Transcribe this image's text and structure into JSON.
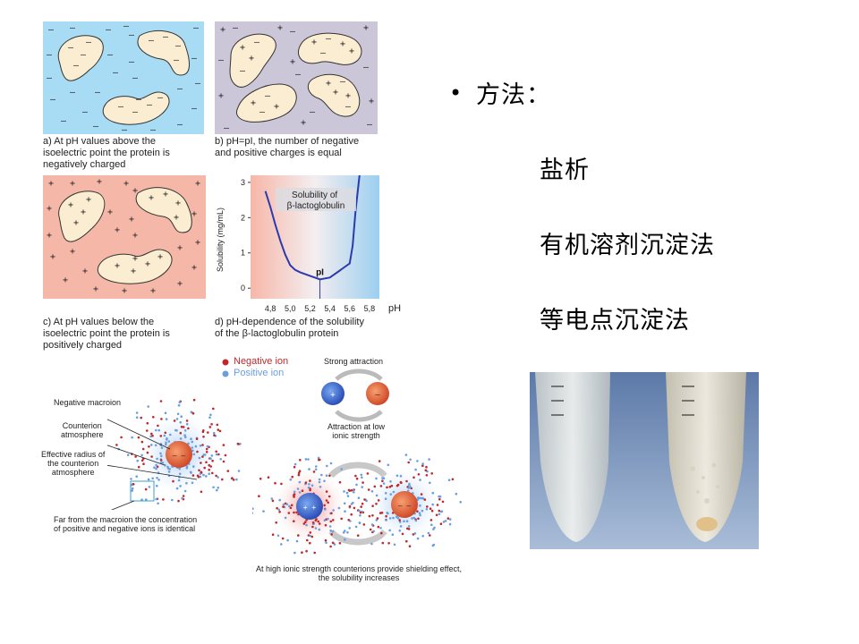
{
  "panels": {
    "a_caption": "a) At pH values above the\nisoelectric point the protein is\nnegatively charged",
    "b_caption": "b) pH=pI, the number of negative\nand positive charges is equal",
    "c_caption": "c) At pH values below the\nisoelectric point the protein is\npositively charged",
    "d_caption": "d) pH-dependence of the solubility\nof the β-lactoglobulin protein"
  },
  "colors": {
    "panel_a_bg": "#a8dcf4",
    "panel_b_bg": "#cbc7d8",
    "panel_c_bg": "#f5b8a8",
    "protein_fill": "#fbedd2",
    "negative_ion": "#c0282a",
    "positive_ion": "#6a9ee0",
    "curve": "#2a3bb0"
  },
  "chart_data": {
    "type": "line",
    "title": "Solubility of\nβ-lactoglobulin",
    "xlabel": "pH",
    "ylabel": "Solubility  (mg/mL)",
    "xlim": [
      4.6,
      5.9
    ],
    "ylim": [
      -0.3,
      3.2
    ],
    "x_ticks": [
      "4,8",
      "5,0",
      "5,2",
      "5,4",
      "5,6",
      "5,8"
    ],
    "x_tick_values": [
      4.8,
      5.0,
      5.2,
      5.4,
      5.6,
      5.8
    ],
    "y_ticks": [
      "0",
      "1",
      "2",
      "3"
    ],
    "y_tick_values": [
      0,
      1,
      2,
      3
    ],
    "annotation": "pI",
    "annotation_x": 5.3,
    "series": [
      {
        "x": [
          4.75,
          4.8,
          4.85,
          4.9,
          4.95,
          5.0,
          5.05,
          5.1,
          5.2,
          5.3,
          5.4,
          5.5,
          5.55,
          5.6,
          5.63,
          5.66,
          5.7
        ],
        "values": [
          2.75,
          2.3,
          1.8,
          1.35,
          0.95,
          0.65,
          0.52,
          0.45,
          0.35,
          0.25,
          0.3,
          0.5,
          0.6,
          0.7,
          1.2,
          2.2,
          3.3
        ]
      }
    ]
  },
  "ions": {
    "legend_negative": "Negative ion",
    "legend_positive": "Positive ion",
    "strong_attraction": "Strong attraction",
    "attraction_low": "Attraction at low\nionic strength",
    "negative_macroion": "Negative macroion",
    "counterion_atmosphere": "Counterion\natmosphere",
    "effective_radius": "Effective radius of\nthe counterion\natmosphere",
    "far_from": "Far from the macroion the concentration\nof positive and negative ions is identical",
    "high_ionic": "At high ionic strength counterions provide shielding effect,\nthe solubility increases"
  },
  "methods": {
    "bullet": "•",
    "heading": "方法：",
    "items": [
      "盐析",
      "有机溶剂沉淀法",
      "等电点沉淀法"
    ]
  }
}
